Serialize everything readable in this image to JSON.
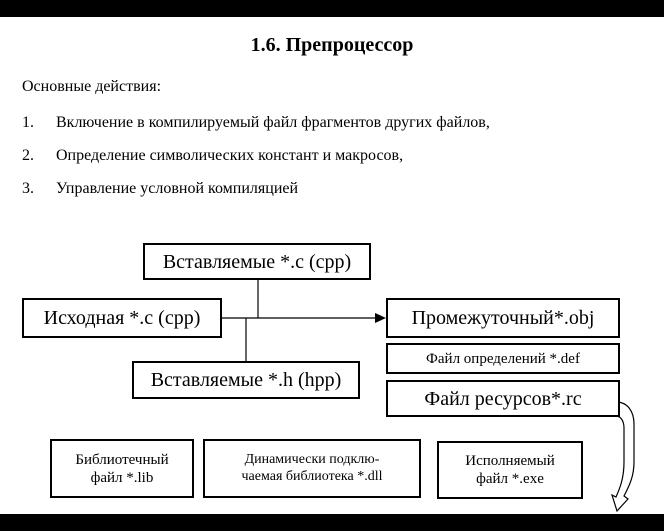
{
  "slide": {
    "title": "1.6. Препроцессор",
    "intro": "Основные действия:",
    "items": [
      {
        "number": "1.",
        "text": "Включение в компилируемый файл фрагментов других файлов,"
      },
      {
        "number": "2.",
        "text": "Определение символических констант и макросов,"
      },
      {
        "number": "3.",
        "text": "Управление условной компиляцией"
      }
    ]
  },
  "diagram": {
    "included_c": "Вставляемые *.c (cpp)",
    "source": "Исходная *.c (cpp)",
    "included_h": "Вставляемые *.h (hpp)",
    "intermediate": "Промежуточный*.obj",
    "definitions": "Файл определений *.def",
    "resources": "Файл ресурсов*.rc",
    "library_line1": "Библиотечный",
    "library_line2": "файл *.lib",
    "dynamic_line1": "Динамически подклю-",
    "dynamic_line2": "чаемая библиотека *.dll",
    "executable_line1": "Исполняемый",
    "executable_line2": "файл *.exe"
  }
}
